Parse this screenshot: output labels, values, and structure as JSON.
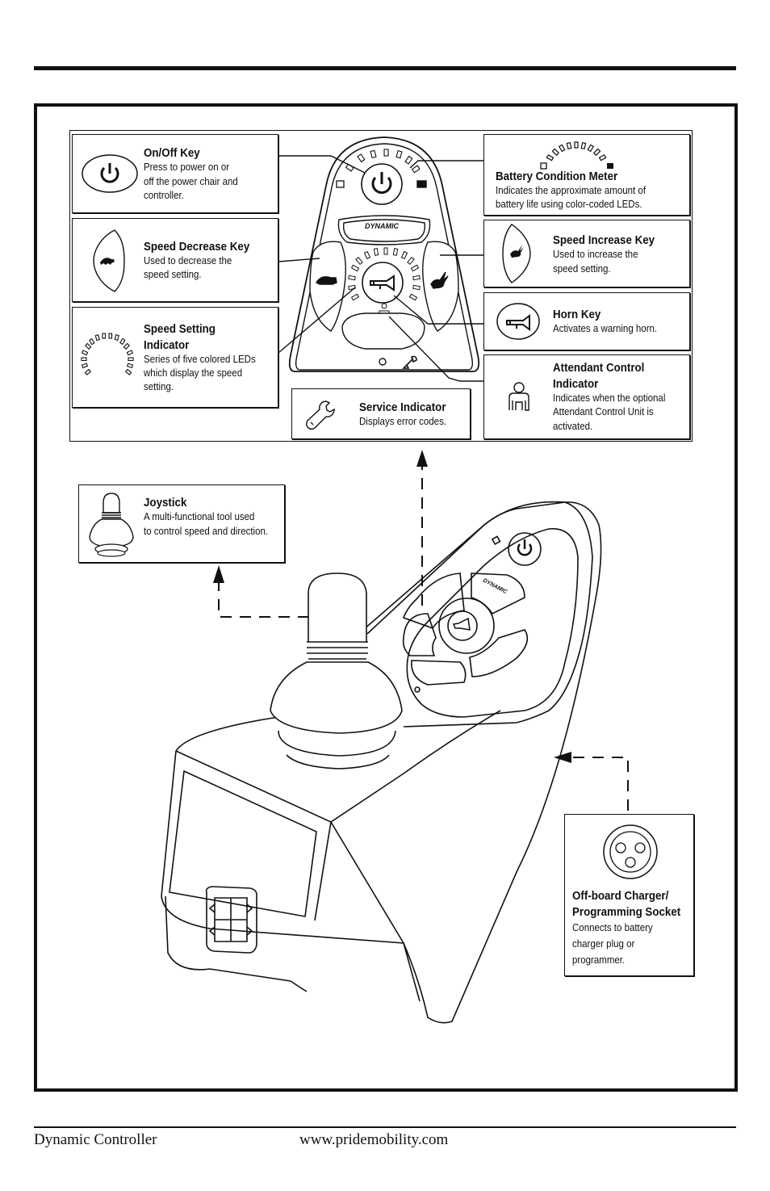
{
  "labels": {
    "onoff": {
      "title": "On/Off Key",
      "desc": [
        "Press to power on or",
        "off the power chair and",
        "controller."
      ]
    },
    "battery": {
      "title": "Battery Condition Meter",
      "desc": [
        "Indicates the approximate  amount of",
        "battery life using color-coded LEDs."
      ]
    },
    "speed_decrease": {
      "title": "Speed Decrease Key",
      "desc": [
        "Used to decrease the",
        "speed setting."
      ]
    },
    "speed_increase": {
      "title": "Speed Increase Key",
      "desc": [
        "Used to increase the",
        "speed setting."
      ]
    },
    "speed_setting": {
      "title": [
        "Speed Setting",
        "Indicator"
      ],
      "desc": [
        "Series of five colored LEDs",
        "which display the speed",
        "setting."
      ]
    },
    "horn": {
      "title": "Horn Key",
      "desc": [
        "Activates a warning horn."
      ]
    },
    "attendant": {
      "title": [
        "Attendant Control",
        "Indicator"
      ],
      "desc": [
        "Indicates when the optional",
        "Attendant Control Unit is",
        "activated."
      ]
    },
    "service": {
      "title": "Service Indicator",
      "desc": [
        "Displays error codes."
      ]
    },
    "joystick": {
      "title": "Joystick",
      "desc": [
        "A multi-functional tool used",
        "to control speed and direction."
      ]
    },
    "charger": {
      "title": [
        "Off-board Charger/",
        "Programming Socket"
      ],
      "desc": [
        "Connects to battery",
        "charger plug or",
        "programmer."
      ]
    }
  },
  "brand_logo": "DYNAMIC",
  "footer": {
    "left": "Dynamic Controller",
    "right": "www.pridemobility.com"
  },
  "icons": [
    "power-icon",
    "turtle-icon",
    "rabbit-icon",
    "horn-icon",
    "wrench-icon",
    "person-icon",
    "battery-icon",
    "socket-icon",
    "joystick-icon"
  ]
}
